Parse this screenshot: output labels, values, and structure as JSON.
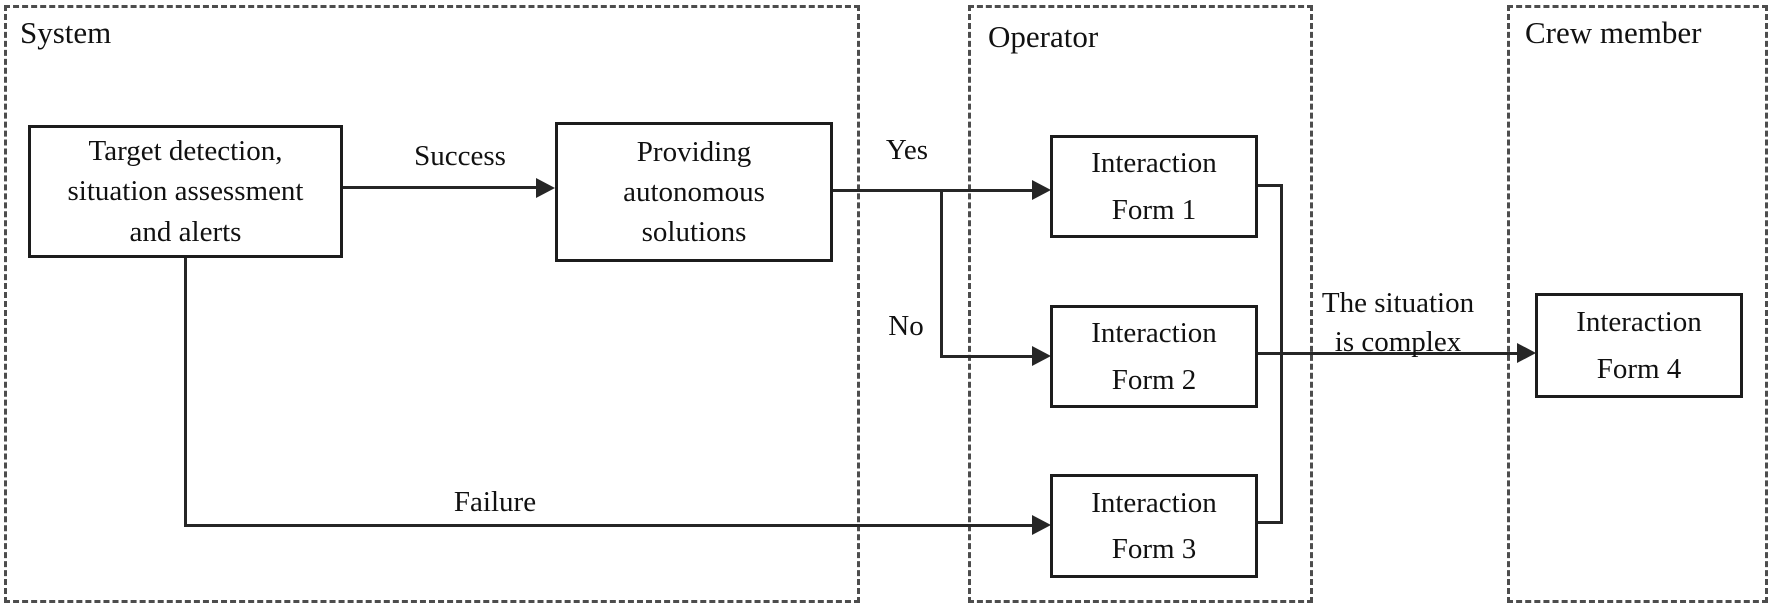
{
  "colors": {
    "background": "#ffffff",
    "text": "#111111",
    "node_border": "#1c1c1c",
    "region_border": "#4d4d4d",
    "connector": "#262626"
  },
  "regions": {
    "system": {
      "title": "System"
    },
    "operator": {
      "title": "Operator"
    },
    "crew": {
      "title": "Crew member"
    }
  },
  "nodes": {
    "target": {
      "label": "Target detection,\nsituation assessment\nand alerts"
    },
    "providing": {
      "label": "Providing\nautonomous\nsolutions"
    },
    "form1": {
      "label": "Interaction\nForm 1"
    },
    "form2": {
      "label": "Interaction\nForm 2"
    },
    "form3": {
      "label": "Interaction\nForm 3"
    },
    "form4": {
      "label": "Interaction\nForm 4"
    }
  },
  "edge_labels": {
    "success": "Success",
    "yes": "Yes",
    "no": "No",
    "failure": "Failure",
    "complex": "The situation\nis complex"
  }
}
